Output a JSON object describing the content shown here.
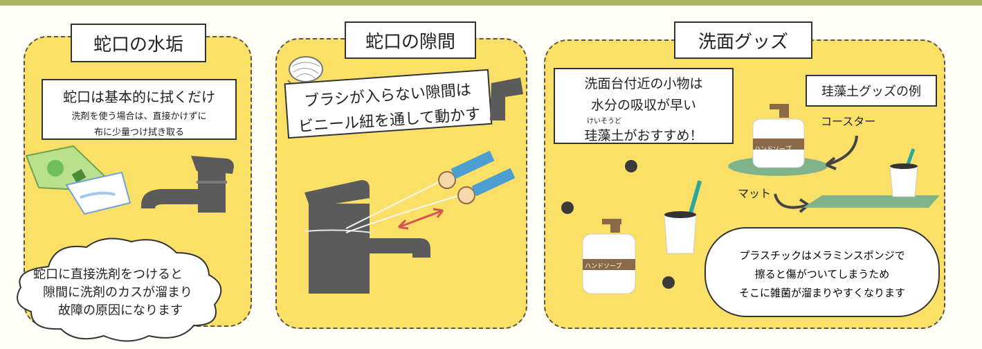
{
  "panels": {
    "faucet_scale": {
      "title": "蛇口の水垢",
      "note_main": "蛇口は基本的に拭くだけ",
      "note_sub1": "洗剤を使う場合は、直接かけずに",
      "note_sub2": "布に少量つけ拭き取る",
      "cloud_line1": "蛇口に直接洗剤をつけると",
      "cloud_line2": "隙間に洗剤のカスが溜まり",
      "cloud_line3": "故障の原因になります"
    },
    "faucet_gap": {
      "title": "蛇口の隙間",
      "note_line1": "ブラシが入らない隙間は",
      "note_line2": "ビニール紐を通して動かす"
    },
    "wash_goods": {
      "title": "洗面グッズ",
      "note_line1": "洗面台付近の小物は",
      "note_line2": "水分の吸収が早い",
      "ruby": "けいそうど",
      "note_line3": "珪藻土がおすすめ！",
      "example_label": "珪藻土グッズの例",
      "coaster_label": "コースター",
      "mat_label": "マット",
      "soap_label_1": "ハンドソープ",
      "soap_label_2": "ハンドソープ",
      "bubble_line1": "プラスチックはメラミンスポンジで",
      "bubble_line2": "擦ると傷がついてしまうため",
      "bubble_line3": "そこに雑菌が溜まりやすくなります"
    }
  },
  "colors": {
    "panel_fill": "#fbe067",
    "faucet_grey": "#5b5b5b",
    "sponge_green": "#8cc96a",
    "mat_green": "#7fb48a",
    "soap_brown": "#8b6a4a",
    "brush_teal": "#2aa8a0",
    "germ_dark": "#3a3a3a",
    "arrow_red": "#d9534f"
  }
}
